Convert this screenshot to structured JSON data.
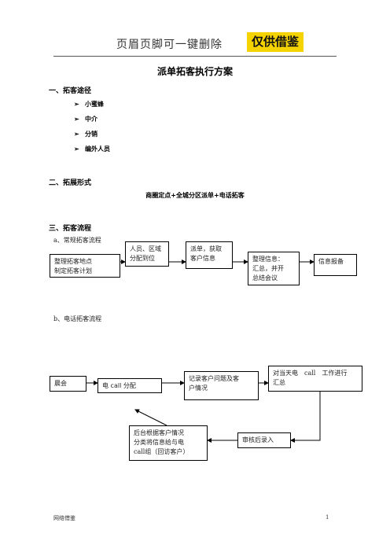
{
  "header": {
    "watermark_text": "页眉页脚可一键删除",
    "badge_text": "仅供借鉴"
  },
  "doc": {
    "title": "派单拓客执行方案",
    "section1": {
      "heading": "一、拓客途径",
      "items": [
        "小蜜蜂",
        "中介",
        "分销",
        "编外人员"
      ]
    },
    "section2": {
      "heading": "二、拓展形式",
      "text": "商圈定点+全城分区派单+电话拓客"
    },
    "section3": {
      "heading": "三、拓客流程",
      "sub_a": "a、常规拓客流程",
      "flow_a": [
        "整理拓客地点\n制定拓客计划",
        "人员、区域\n分配到位",
        "派单，获取\n客户信息",
        "整理信息：\n汇总，并开\n总结会议",
        "信息报备"
      ],
      "sub_b": "b、电话拓客流程",
      "flow_b": {
        "meeting": "晨会",
        "assign": "电 call 分配",
        "record": "记录客户问题及客\n户情况",
        "summary": "对当天电　call　工作进行\n汇总",
        "review": "审核后录入",
        "backend": "后台根据客户情况\n分类将信息给与电\ncall组（回访客户）"
      }
    }
  },
  "footer": {
    "left": "网络借鉴",
    "page": "1"
  },
  "colors": {
    "badge": "#f4d300",
    "rule": "#555555"
  }
}
